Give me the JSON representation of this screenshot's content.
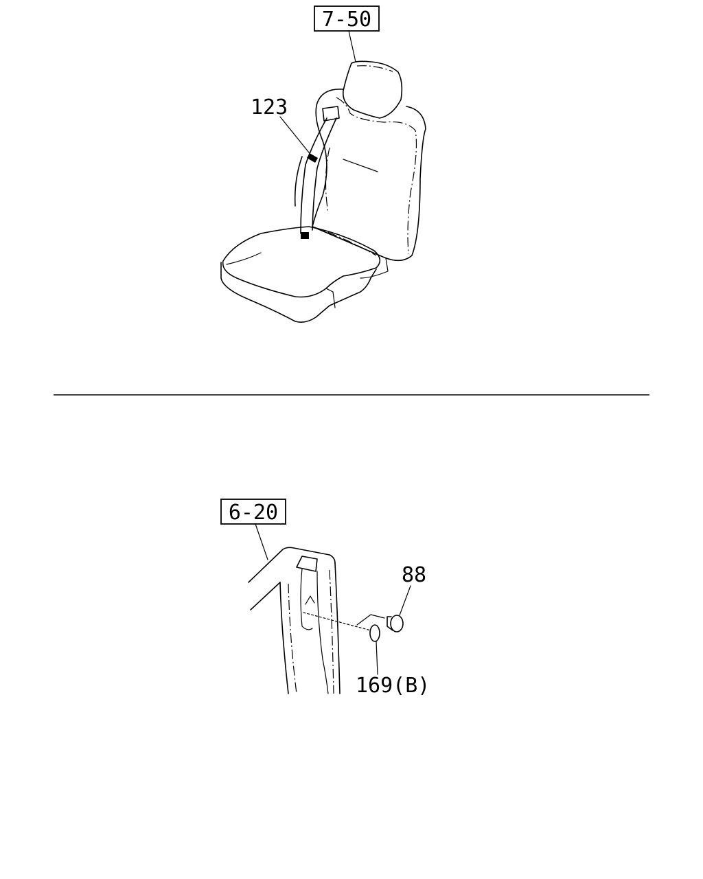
{
  "top_diagram": {
    "ref_box_label": "7-50",
    "callouts": [
      {
        "id": "seat-belt",
        "label": "123"
      }
    ]
  },
  "bottom_diagram": {
    "ref_box_label": "6-20",
    "callouts": [
      {
        "id": "plug",
        "label": "88"
      },
      {
        "id": "washer",
        "label": "169(B)"
      }
    ]
  },
  "colors": {
    "line": "#000000",
    "background": "#ffffff"
  }
}
